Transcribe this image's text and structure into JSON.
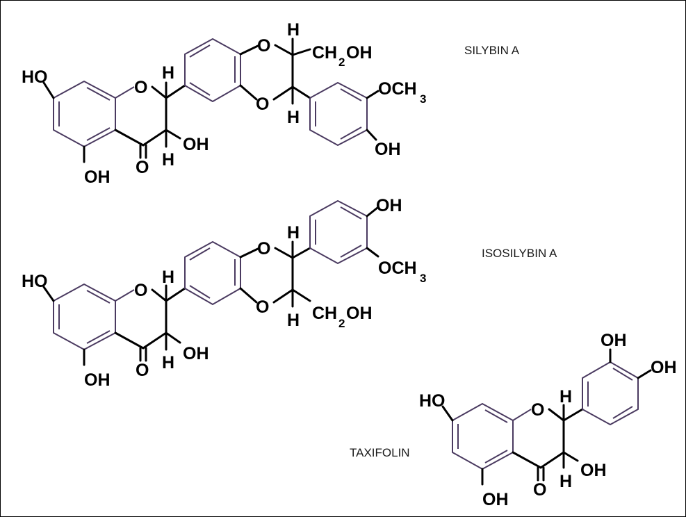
{
  "compounds": [
    {
      "name": "SILYBIN A"
    },
    {
      "name": "ISOSILYBIN A"
    },
    {
      "name": "TAXIFOLIN"
    }
  ],
  "atoms": {
    "hydroxyl": "HO",
    "oh": "OH",
    "oxygen": "O",
    "hydrogen": "H",
    "ch2_main": "CH",
    "ch2_sub": "2",
    "ch2_tail": "OH",
    "och3_main": "OCH",
    "och3_sub": "3"
  },
  "colors": {
    "ring_stroke": "#4a3a60",
    "bond_stroke": "#000000",
    "border": "#000000",
    "background": "#ffffff"
  }
}
